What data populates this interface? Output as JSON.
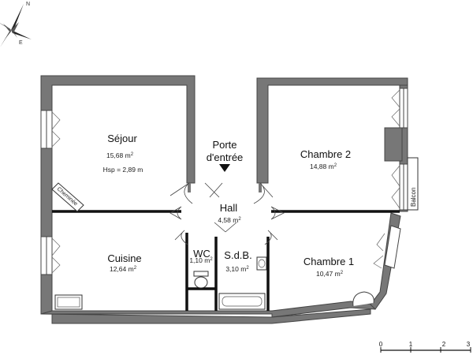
{
  "compass": {
    "north": "N",
    "east": "E"
  },
  "rooms": {
    "sejour": {
      "name": "Séjour",
      "area": "15,68 m",
      "hsp": "Hsp = 2,89 m"
    },
    "chambre2": {
      "name": "Chambre 2",
      "area": "14,88 m"
    },
    "hall": {
      "name": "Hall",
      "area": "4,58 m"
    },
    "cuisine": {
      "name": "Cuisine",
      "area": "12,64 m"
    },
    "wc": {
      "name": "WC",
      "area": "1,10 m"
    },
    "sdb": {
      "name": "S.d.B.",
      "area": "3,10 m"
    },
    "chambre1": {
      "name": "Chambre 1",
      "area": "10,47 m"
    }
  },
  "area_unit_superscript": "2",
  "entrance": {
    "line1": "Porte",
    "line2": "d'entrée"
  },
  "labels": {
    "cheminee": "Cheminée",
    "balcon": "Balcon"
  },
  "scale": {
    "ticks": [
      "0",
      "1",
      "2",
      "3"
    ]
  },
  "colors": {
    "wall": "#777777",
    "wall_outline": "#444444",
    "partition": "#111111"
  }
}
